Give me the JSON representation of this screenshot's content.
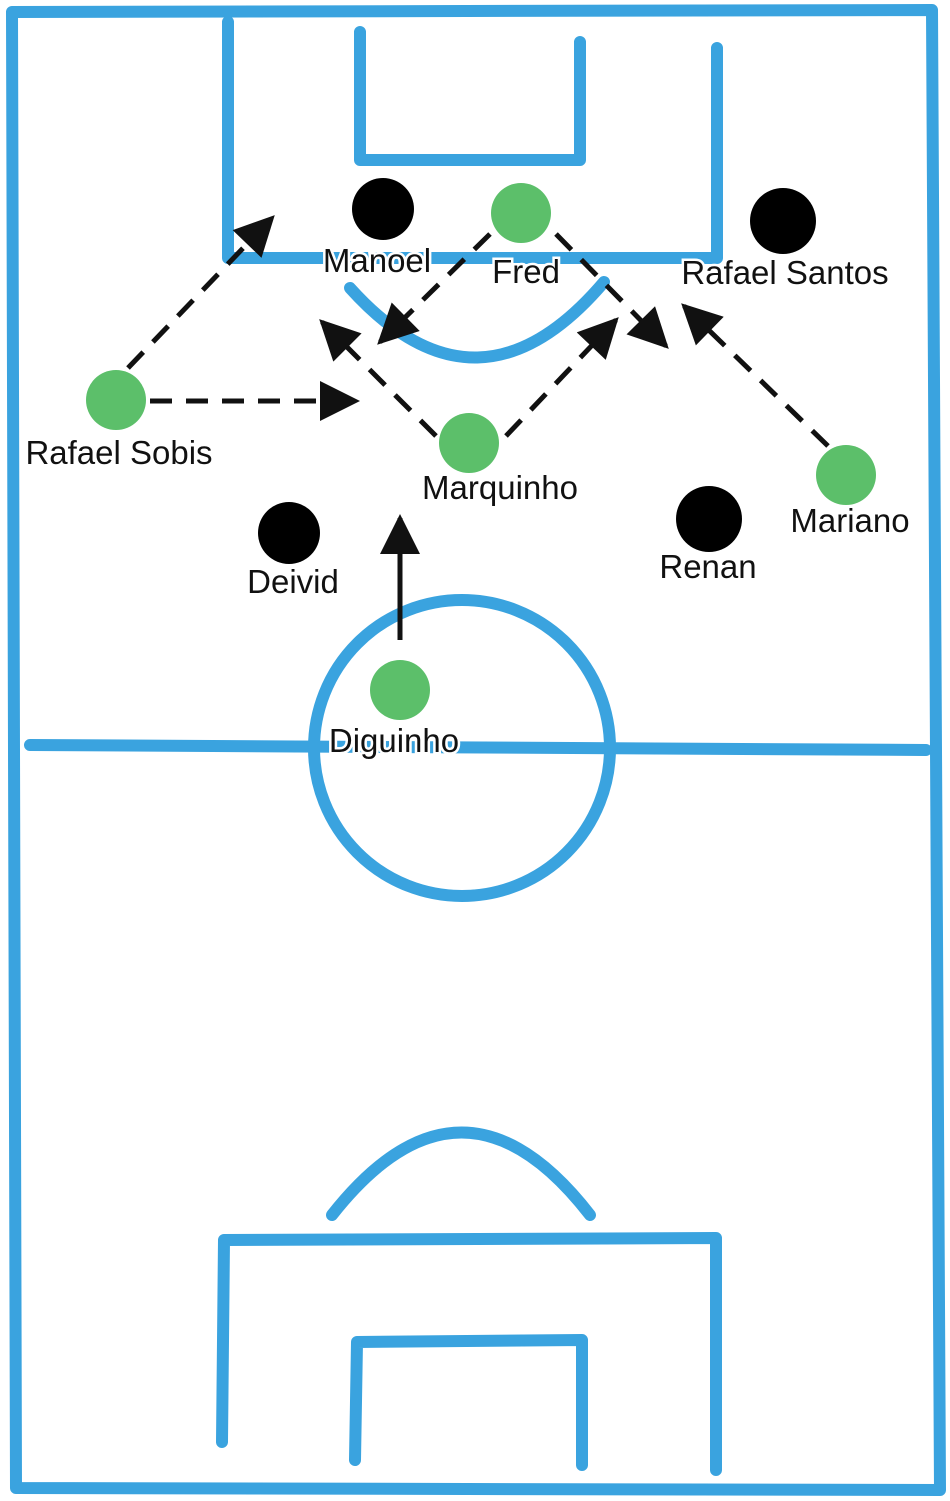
{
  "colors": {
    "pitch_lines": "#3aa3df",
    "team_green": "#5cbf6a",
    "team_black": "#000000",
    "arrows": "#111111"
  },
  "players": {
    "green": [
      {
        "id": "fred",
        "name": "Fred"
      },
      {
        "id": "rafael-sobis",
        "name": "Rafael Sobis"
      },
      {
        "id": "marquinho",
        "name": "Marquinho"
      },
      {
        "id": "mariano",
        "name": "Mariano"
      },
      {
        "id": "diguinho",
        "name": "Diguinho"
      }
    ],
    "black": [
      {
        "id": "manoel",
        "name": "Manoel"
      },
      {
        "id": "rafael-santos",
        "name": "Rafael Santos"
      },
      {
        "id": "deivid",
        "name": "Deivid"
      },
      {
        "id": "renan",
        "name": "Renan"
      }
    ]
  }
}
